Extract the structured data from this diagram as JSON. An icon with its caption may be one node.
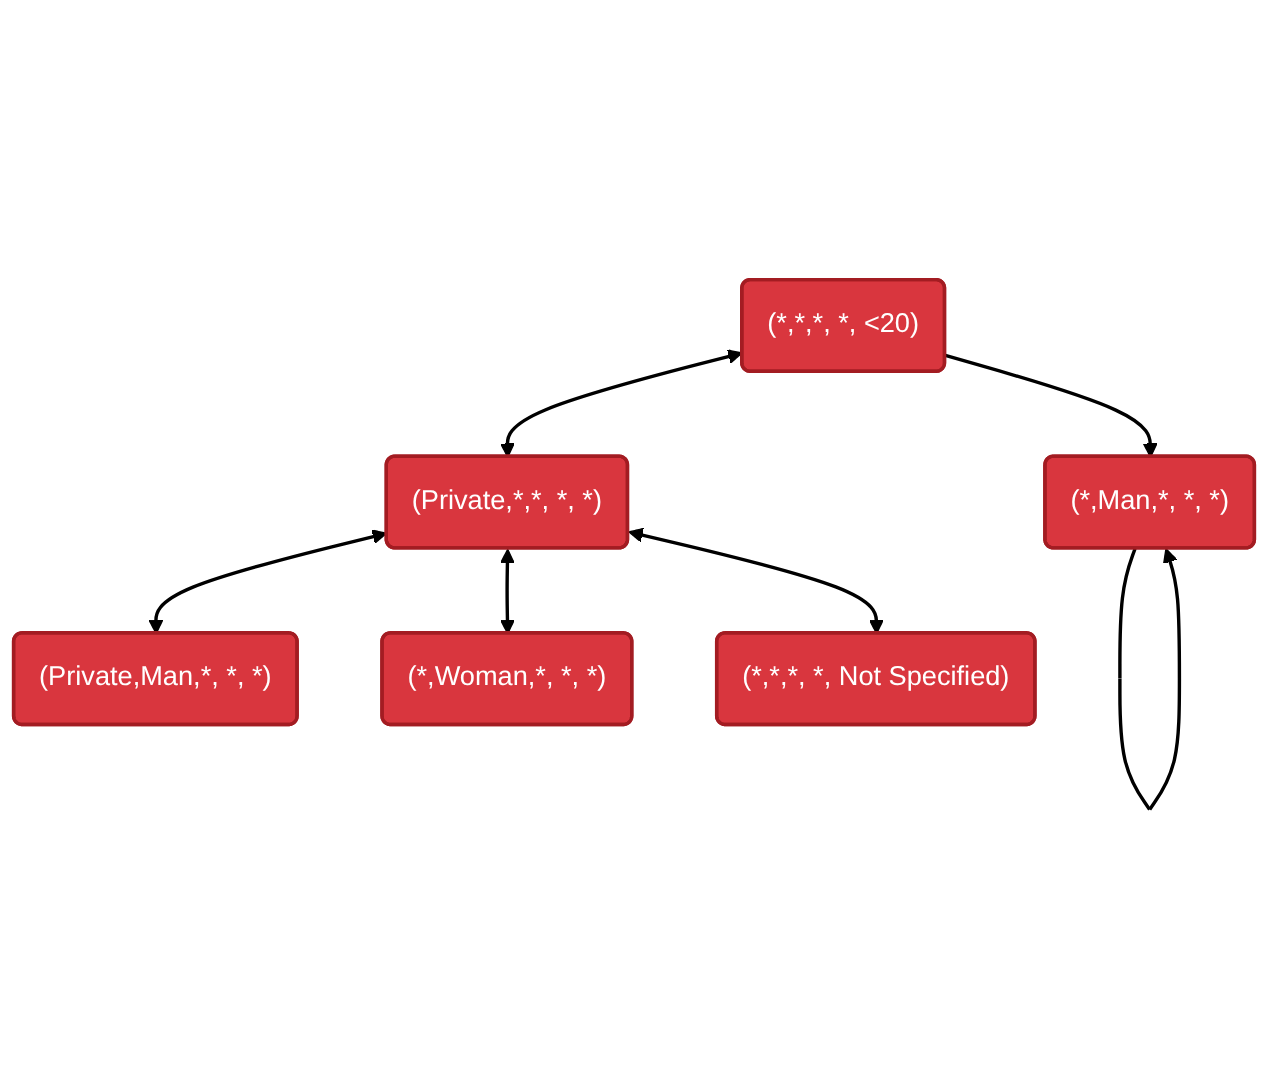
{
  "diagram": {
    "nodes": [
      {
        "text": [
          "(*,*,*, *, <20)"
        ]
      },
      {
        "text": [
          "(*,Man,*, *, *)"
        ]
      },
      {
        "text": [
          "(Private,*,*, *, *)"
        ]
      },
      {
        "text": [
          "(Private,Man,*, *, *)"
        ]
      },
      {
        "text": [
          "(*,Woman,*, *, *)"
        ]
      },
      {
        "text": [
          "(*,*,*, *, Not Specified)"
        ]
      }
    ],
    "edges": [
      {
        "from": 0,
        "to": 1,
        "arrow": "to"
      },
      {
        "from": 1,
        "to": 1,
        "arrow": "to"
      },
      {
        "from": 0,
        "to": 2,
        "arrow": "both"
      },
      {
        "from": 2,
        "to": 3,
        "arrow": "both"
      },
      {
        "from": 2,
        "to": 4,
        "arrow": "both"
      },
      {
        "from": 2,
        "to": 5,
        "arrow": "both"
      }
    ]
  }
}
